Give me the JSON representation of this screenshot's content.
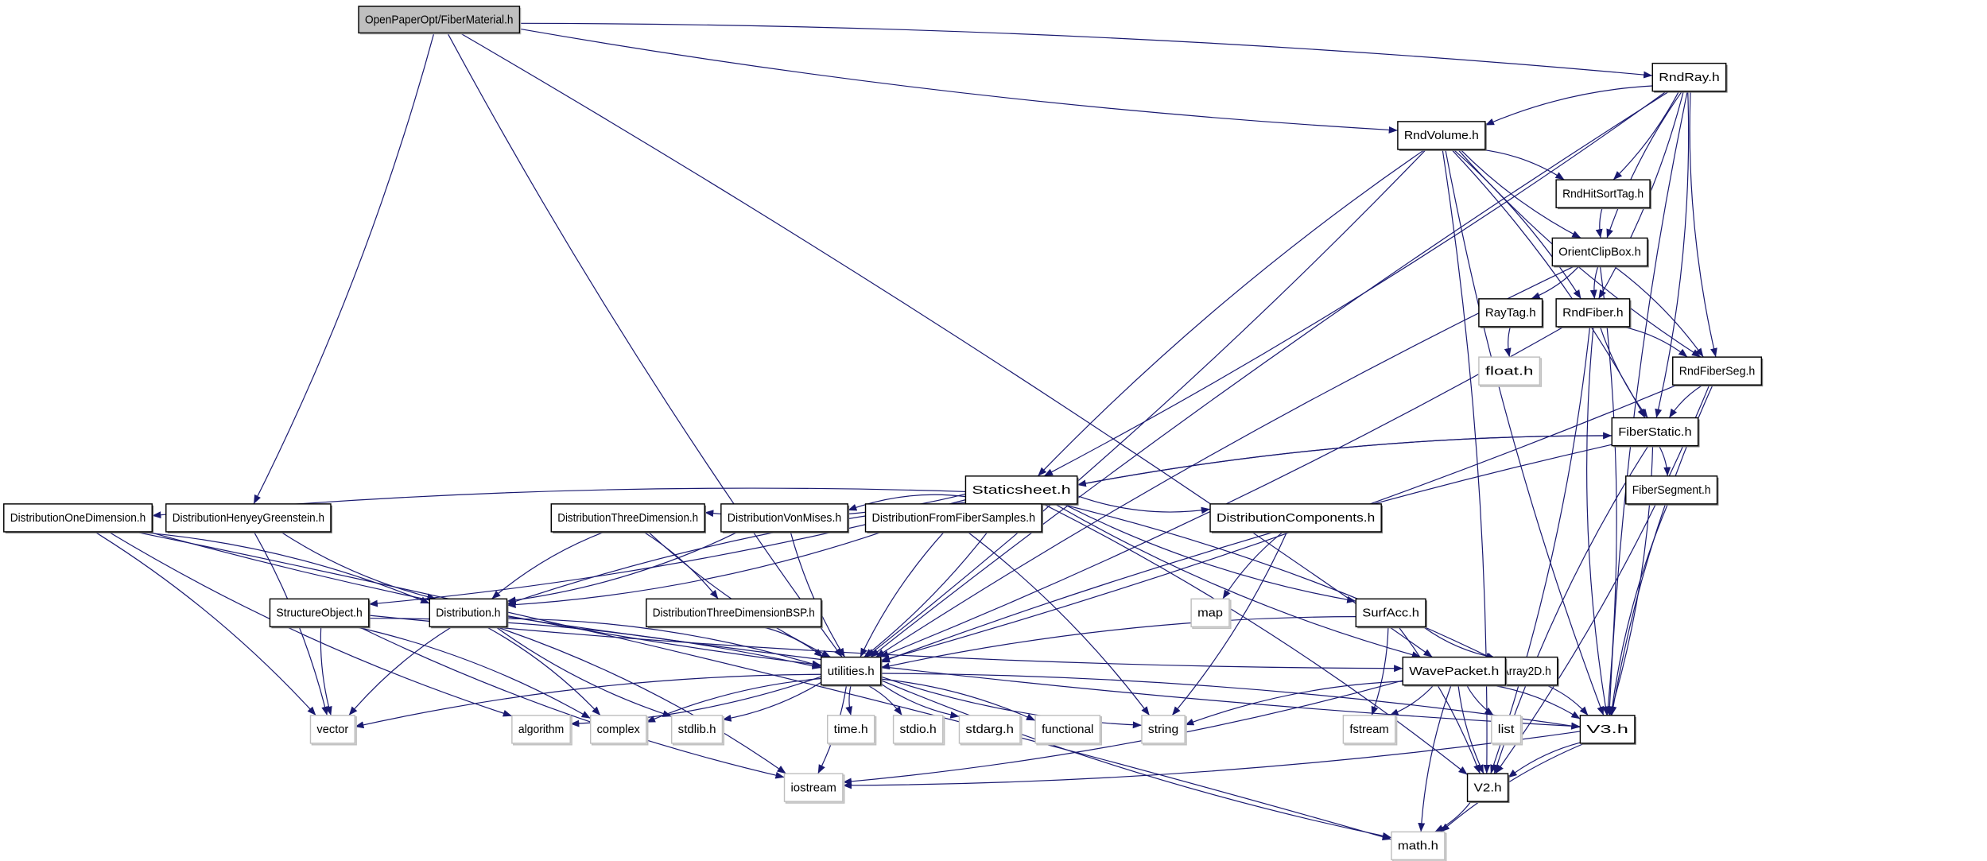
{
  "graph": {
    "title": "OpenPaperOpt/FiberMaterial.h",
    "edge_color": "#191970",
    "external_border_color": "#bfbfbf",
    "root_fill_color": "#bfbfbf",
    "nodes": [
      {
        "label": "OpenPaperOpt/FiberMaterial.h",
        "kind": "root"
      },
      {
        "label": "RndRay.h",
        "kind": "normal"
      },
      {
        "label": "RndVolume.h",
        "kind": "normal"
      },
      {
        "label": "RndHitSortTag.h",
        "kind": "normal"
      },
      {
        "label": "OrientClipBox.h",
        "kind": "normal"
      },
      {
        "label": "RayTag.h",
        "kind": "normal"
      },
      {
        "label": "RndFiber.h",
        "kind": "normal"
      },
      {
        "label": "float.h",
        "kind": "external"
      },
      {
        "label": "RndFiberSeg.h",
        "kind": "normal"
      },
      {
        "label": "FiberStatic.h",
        "kind": "normal"
      },
      {
        "label": "Staticsheet.h",
        "kind": "normal"
      },
      {
        "label": "FiberSegment.h",
        "kind": "normal"
      },
      {
        "label": "DistributionOneDimension.h",
        "kind": "normal"
      },
      {
        "label": "DistributionHenyeyGreenstein.h",
        "kind": "normal"
      },
      {
        "label": "DistributionThreeDimension.h",
        "kind": "normal"
      },
      {
        "label": "DistributionVonMises.h",
        "kind": "normal"
      },
      {
        "label": "DistributionFromFiberSamples.h",
        "kind": "normal"
      },
      {
        "label": "DistributionComponents.h",
        "kind": "normal"
      },
      {
        "label": "StructureObject.h",
        "kind": "normal"
      },
      {
        "label": "Distribution.h",
        "kind": "normal"
      },
      {
        "label": "DistributionThreeDimensionBSP.h",
        "kind": "normal"
      },
      {
        "label": "map",
        "kind": "external"
      },
      {
        "label": "SurfAcc.h",
        "kind": "normal"
      },
      {
        "label": "Array2D.h",
        "kind": "normal"
      },
      {
        "label": "utilities.h",
        "kind": "normal"
      },
      {
        "label": "WavePacket.h",
        "kind": "normal"
      },
      {
        "label": "V3.h",
        "kind": "normal"
      },
      {
        "label": "vector",
        "kind": "external"
      },
      {
        "label": "algorithm",
        "kind": "external"
      },
      {
        "label": "complex",
        "kind": "external"
      },
      {
        "label": "stdlib.h",
        "kind": "external"
      },
      {
        "label": "time.h",
        "kind": "external"
      },
      {
        "label": "stdio.h",
        "kind": "external"
      },
      {
        "label": "stdarg.h",
        "kind": "external"
      },
      {
        "label": "functional",
        "kind": "external"
      },
      {
        "label": "string",
        "kind": "external"
      },
      {
        "label": "fstream",
        "kind": "external"
      },
      {
        "label": "list",
        "kind": "external"
      },
      {
        "label": "iostream",
        "kind": "external"
      },
      {
        "label": "V2.h",
        "kind": "normal"
      },
      {
        "label": "math.h",
        "kind": "external"
      }
    ],
    "edges": [
      [
        "OpenPaperOpt/FiberMaterial.h",
        "RndRay.h"
      ],
      [
        "OpenPaperOpt/FiberMaterial.h",
        "RndVolume.h"
      ],
      [
        "OpenPaperOpt/FiberMaterial.h",
        "DistributionHenyeyGreenstein.h"
      ],
      [
        "OpenPaperOpt/FiberMaterial.h",
        "utilities.h"
      ],
      [
        "OpenPaperOpt/FiberMaterial.h",
        "WavePacket.h"
      ],
      [
        "RndRay.h",
        "RndVolume.h"
      ],
      [
        "RndRay.h",
        "Staticsheet.h"
      ],
      [
        "RndRay.h",
        "utilities.h"
      ],
      [
        "RndRay.h",
        "RndHitSortTag.h"
      ],
      [
        "RndRay.h",
        "OrientClipBox.h"
      ],
      [
        "RndRay.h",
        "RndFiber.h"
      ],
      [
        "RndRay.h",
        "RndFiberSeg.h"
      ],
      [
        "RndRay.h",
        "FiberStatic.h"
      ],
      [
        "RndRay.h",
        "V3.h"
      ],
      [
        "RndVolume.h",
        "RndHitSortTag.h"
      ],
      [
        "RndVolume.h",
        "OrientClipBox.h"
      ],
      [
        "RndVolume.h",
        "RndFiber.h"
      ],
      [
        "RndVolume.h",
        "RndFiberSeg.h"
      ],
      [
        "RndVolume.h",
        "FiberStatic.h"
      ],
      [
        "RndVolume.h",
        "Staticsheet.h"
      ],
      [
        "RndVolume.h",
        "utilities.h"
      ],
      [
        "RndVolume.h",
        "V3.h"
      ],
      [
        "RndVolume.h",
        "V2.h"
      ],
      [
        "RndHitSortTag.h",
        "OrientClipBox.h"
      ],
      [
        "OrientClipBox.h",
        "RayTag.h"
      ],
      [
        "OrientClipBox.h",
        "RndFiber.h"
      ],
      [
        "OrientClipBox.h",
        "RndFiberSeg.h"
      ],
      [
        "OrientClipBox.h",
        "utilities.h"
      ],
      [
        "OrientClipBox.h",
        "V3.h"
      ],
      [
        "RayTag.h",
        "float.h"
      ],
      [
        "RndFiber.h",
        "RndFiberSeg.h"
      ],
      [
        "RndFiber.h",
        "FiberStatic.h"
      ],
      [
        "RndFiber.h",
        "utilities.h"
      ],
      [
        "RndFiber.h",
        "V3.h"
      ],
      [
        "RndFiber.h",
        "V2.h"
      ],
      [
        "RndFiberSeg.h",
        "FiberStatic.h"
      ],
      [
        "RndFiberSeg.h",
        "utilities.h"
      ],
      [
        "RndFiberSeg.h",
        "V3.h"
      ],
      [
        "RndFiberSeg.h",
        "V2.h"
      ],
      [
        "FiberStatic.h",
        "Staticsheet.h"
      ],
      [
        "FiberStatic.h",
        "FiberSegment.h"
      ],
      [
        "FiberStatic.h",
        "utilities.h"
      ],
      [
        "FiberStatic.h",
        "V3.h"
      ],
      [
        "FiberStatic.h",
        "V2.h"
      ],
      [
        "Staticsheet.h",
        "FiberStatic.h"
      ],
      [
        "Staticsheet.h",
        "DistributionOneDimension.h"
      ],
      [
        "Staticsheet.h",
        "DistributionThreeDimension.h"
      ],
      [
        "Staticsheet.h",
        "DistributionVonMises.h"
      ],
      [
        "Staticsheet.h",
        "DistributionFromFiberSamples.h"
      ],
      [
        "Staticsheet.h",
        "DistributionComponents.h"
      ],
      [
        "Staticsheet.h",
        "StructureObject.h"
      ],
      [
        "Staticsheet.h",
        "Distribution.h"
      ],
      [
        "Staticsheet.h",
        "utilities.h"
      ],
      [
        "Staticsheet.h",
        "SurfAcc.h"
      ],
      [
        "Staticsheet.h",
        "Array2D.h"
      ],
      [
        "Staticsheet.h",
        "WavePacket.h"
      ],
      [
        "Staticsheet.h",
        "V2.h"
      ],
      [
        "FiberSegment.h",
        "V3.h"
      ],
      [
        "DistributionOneDimension.h",
        "Distribution.h"
      ],
      [
        "DistributionOneDimension.h",
        "utilities.h"
      ],
      [
        "DistributionOneDimension.h",
        "vector"
      ],
      [
        "DistributionOneDimension.h",
        "algorithm"
      ],
      [
        "DistributionOneDimension.h",
        "math.h"
      ],
      [
        "DistributionHenyeyGreenstein.h",
        "Distribution.h"
      ],
      [
        "DistributionHenyeyGreenstein.h",
        "vector"
      ],
      [
        "DistributionThreeDimension.h",
        "Distribution.h"
      ],
      [
        "DistributionThreeDimension.h",
        "DistributionThreeDimensionBSP.h"
      ],
      [
        "DistributionThreeDimension.h",
        "utilities.h"
      ],
      [
        "DistributionVonMises.h",
        "Distribution.h"
      ],
      [
        "DistributionVonMises.h",
        "utilities.h"
      ],
      [
        "DistributionFromFiberSamples.h",
        "Distribution.h"
      ],
      [
        "DistributionFromFiberSamples.h",
        "utilities.h"
      ],
      [
        "DistributionFromFiberSamples.h",
        "string"
      ],
      [
        "DistributionComponents.h",
        "map"
      ],
      [
        "DistributionComponents.h",
        "string"
      ],
      [
        "StructureObject.h",
        "vector"
      ],
      [
        "StructureObject.h",
        "complex"
      ],
      [
        "StructureObject.h",
        "iostream"
      ],
      [
        "StructureObject.h",
        "utilities.h"
      ],
      [
        "StructureObject.h",
        "WavePacket.h"
      ],
      [
        "Distribution.h",
        "utilities.h"
      ],
      [
        "Distribution.h",
        "vector"
      ],
      [
        "Distribution.h",
        "complex"
      ],
      [
        "Distribution.h",
        "stdlib.h"
      ],
      [
        "Distribution.h",
        "iostream"
      ],
      [
        "Distribution.h",
        "V3.h"
      ],
      [
        "DistributionThreeDimensionBSP.h",
        "utilities.h"
      ],
      [
        "SurfAcc.h",
        "utilities.h"
      ],
      [
        "SurfAcc.h",
        "fstream"
      ],
      [
        "SurfAcc.h",
        "Array2D.h"
      ],
      [
        "SurfAcc.h",
        "V2.h"
      ],
      [
        "utilities.h",
        "vector"
      ],
      [
        "utilities.h",
        "algorithm"
      ],
      [
        "utilities.h",
        "complex"
      ],
      [
        "utilities.h",
        "stdlib.h"
      ],
      [
        "utilities.h",
        "time.h"
      ],
      [
        "utilities.h",
        "stdio.h"
      ],
      [
        "utilities.h",
        "stdarg.h"
      ],
      [
        "utilities.h",
        "functional"
      ],
      [
        "utilities.h",
        "string"
      ],
      [
        "utilities.h",
        "iostream"
      ],
      [
        "utilities.h",
        "math.h"
      ],
      [
        "utilities.h",
        "V3.h"
      ],
      [
        "WavePacket.h",
        "string"
      ],
      [
        "WavePacket.h",
        "fstream"
      ],
      [
        "WavePacket.h",
        "list"
      ],
      [
        "WavePacket.h",
        "V3.h"
      ],
      [
        "WavePacket.h",
        "V2.h"
      ],
      [
        "WavePacket.h",
        "iostream"
      ],
      [
        "WavePacket.h",
        "math.h"
      ],
      [
        "Array2D.h",
        "V3.h"
      ],
      [
        "V3.h",
        "V2.h"
      ],
      [
        "V3.h",
        "iostream"
      ],
      [
        "V3.h",
        "math.h"
      ],
      [
        "V2.h",
        "math.h"
      ]
    ]
  }
}
